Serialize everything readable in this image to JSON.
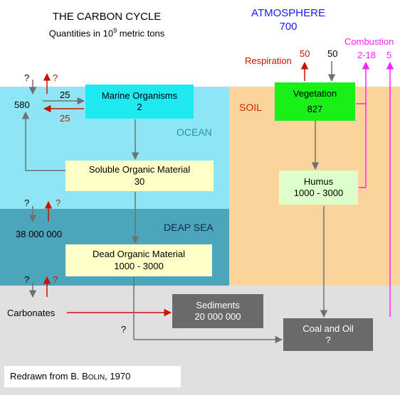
{
  "title": {
    "line1": "THE CARBON CYCLE",
    "line2_prefix": "Quantities in 10",
    "line2_exp": "9",
    "line2_suffix": " metric tons"
  },
  "atmosphere": {
    "label": "ATMOSPHERE",
    "value": "700"
  },
  "regions": {
    "ocean": "OCEAN",
    "deep_sea": "DEAP SEA",
    "soil": "SOIL"
  },
  "boxes": {
    "marine": {
      "name": "Marine Organisms",
      "value": "2"
    },
    "soluble": {
      "name": "Soluble Organic Material",
      "value": "30"
    },
    "dead": {
      "name": "Dead Organic Material",
      "value": "1000 - 3000"
    },
    "sediments": {
      "name": "Sediments",
      "value": "20 000 000"
    },
    "vegetation": {
      "name": "Vegetation",
      "value": "827"
    },
    "humus": {
      "name": "Humus",
      "value": "1000 - 3000"
    },
    "coal": {
      "name": "Coal and Oil",
      "value": "?"
    }
  },
  "flows": {
    "respiration_label": "Respiration",
    "respiration_value": "50",
    "photosynthesis_value": "50",
    "combustion_label": "Combustion",
    "combustion_values": "2-18",
    "combustion_value2": "5",
    "ocean_co2": "580",
    "ocean_in": "25",
    "ocean_out": "25",
    "deep_value": "38 000 000",
    "carbonates": "Carbonates",
    "q1": "?",
    "q1r": "?",
    "q2": "?",
    "q2r": "?",
    "q3": "?",
    "q3r": "?",
    "q_sed": "?"
  },
  "credit": {
    "prefix": "Redrawn from B. B",
    "smallcaps": "OLIN",
    "suffix": ", 1970"
  },
  "colors": {
    "ocean": "#8ee6f4",
    "deep_sea": "#4ca6bb",
    "soil": "#fad49b",
    "ground": "#e0e0e0",
    "marine_box": "#1ee8f0",
    "pale_box": "#ffffc8",
    "vegetation_box": "#18f018",
    "humus_box": "#ddffcc",
    "gray_box": "#6a6a6a",
    "arrow_gray": "#707070",
    "arrow_red": "#cc1100",
    "magenta": "#ff22ff",
    "blue_text": "#1a1aff"
  }
}
